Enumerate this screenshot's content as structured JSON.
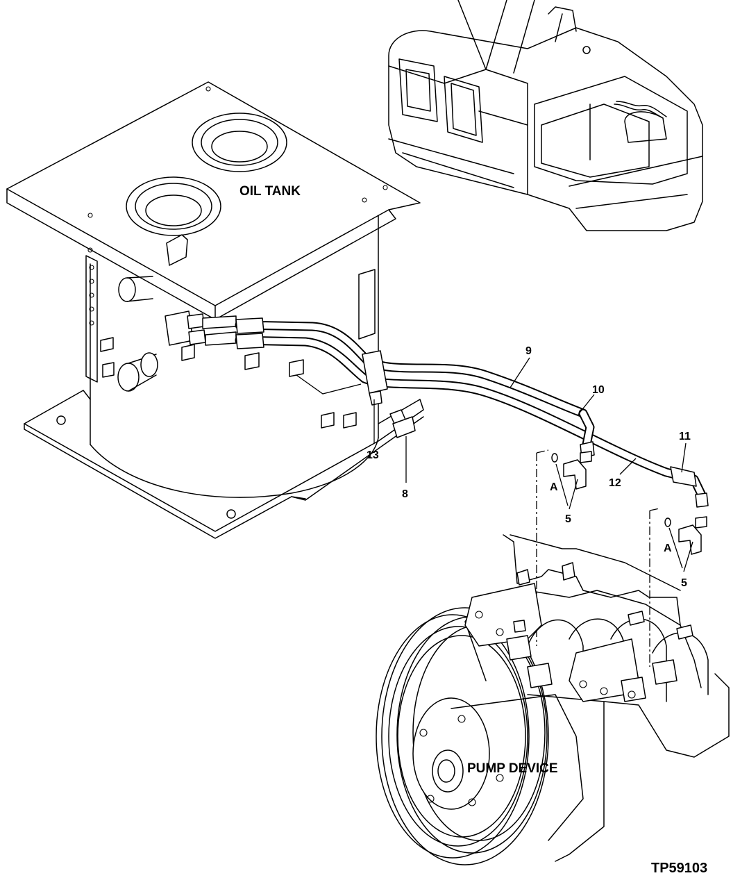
{
  "labels": {
    "oil_tank": "OIL TANK",
    "pump_device": "PUMP DEVICE",
    "figure_id": "TP59103"
  },
  "callouts": {
    "n5a": "5",
    "n5b": "5",
    "n8": "8",
    "n9": "9",
    "n10": "10",
    "n11": "11",
    "n12": "12",
    "n13": "13",
    "detail_a1": "A",
    "detail_a2": "A"
  }
}
